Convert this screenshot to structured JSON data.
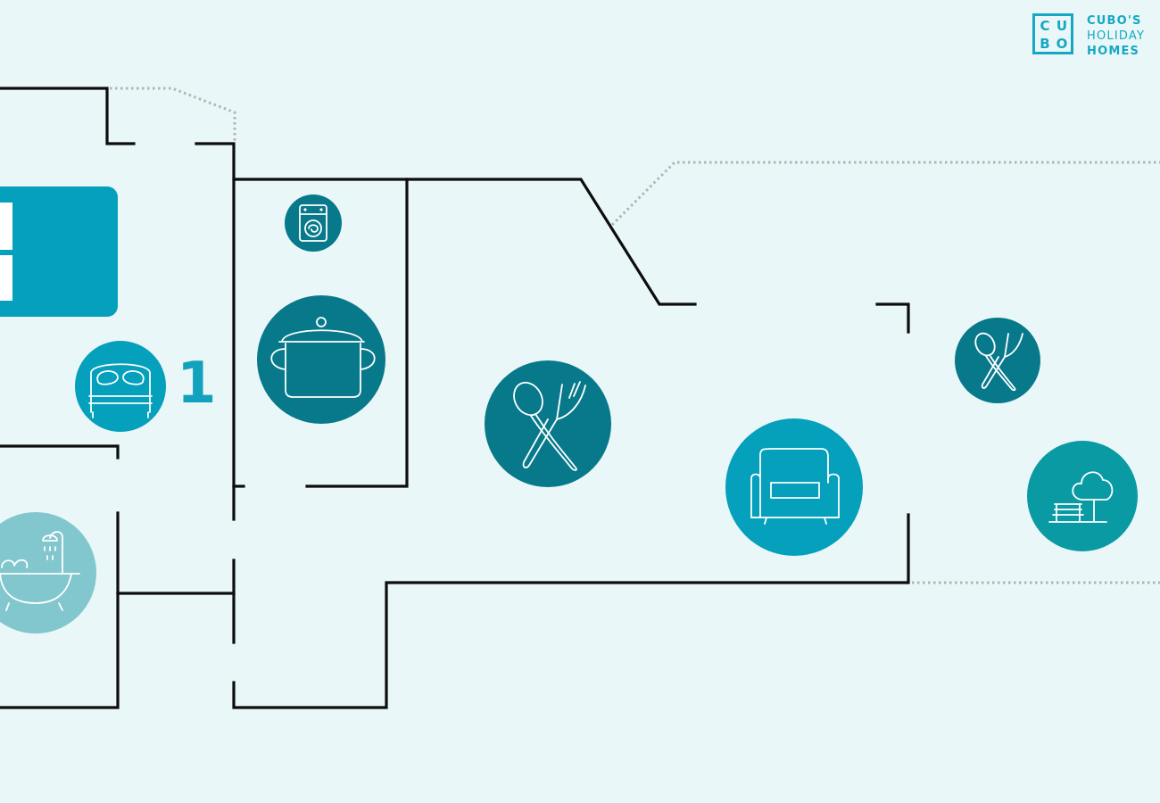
{
  "floorplan": {
    "room_number": "1",
    "icons": [
      "washing-machine-icon",
      "cooking-pot-icon",
      "double-bed-icon",
      "bathtub-shower-icon",
      "dining-cutlery-icon",
      "sofa-icon",
      "outdoor-dining-icon",
      "garden-bench-tree-icon"
    ]
  },
  "logo": {
    "mark_letters": [
      "C",
      "U",
      "B",
      "O"
    ],
    "line_1": "CUBO'S",
    "line_2": "HOLIDAY",
    "line_3": "HOMES"
  },
  "colors": {
    "background": "#eaf7f8",
    "wall": "#0d0d0d",
    "outdoor_boundary": "#b3b3b3",
    "brand_blue": "#14a8c3",
    "teal_dark": "#07798a",
    "blue": "#04a0bc",
    "light_teal": "#82c7cd",
    "teal": "#0a9aa3"
  }
}
